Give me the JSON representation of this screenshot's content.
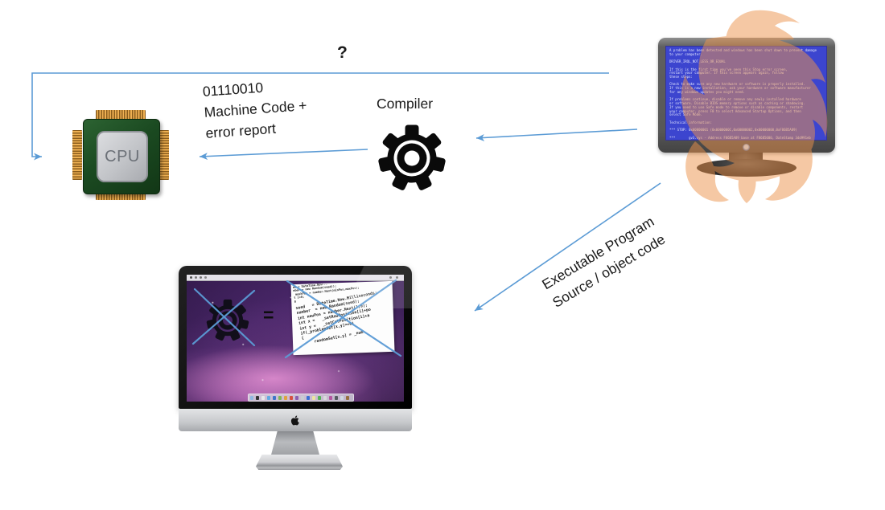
{
  "colors": {
    "arrow": "#5B9BD5",
    "flame": "#ED934B",
    "bsod_bg": "#3C45CF",
    "cpu_green": "#1B4A21",
    "pin_gold": "#E2A23F",
    "gear_black": "#0A0A0A"
  },
  "labels": {
    "question": "?",
    "machine_code_line1": "01110010",
    "machine_code_line2": "Machine Code +",
    "machine_code_line3": "error report",
    "compiler": "Compiler",
    "executable_line1": "Executable Program",
    "executable_line2": "Source / object code"
  },
  "cpu": {
    "label": "CPU"
  },
  "monitor": {
    "bsod_text": "A problem has been detected and windows has been shut down to prevent damage\nto your computer.\n\nDRIVER_IRQL_NOT_LESS_OR_EQUAL\n\nIf this is the first time you've seen this Stop error screen,\nrestart your computer. If this screen appears again, follow\nthese steps:\n\nCheck to make sure any new hardware or software is properly installed.\nIf this is a new installation, ask your hardware or software manufacturer\nfor any windows updates you might need.\n\nIf problems continue, disable or remove any newly installed hardware\nor software. Disable BIOS memory options such as caching or shadowing.\nIf you need to use Safe mode to remove or disable components, restart\nyour computer, press F8 to select Advanced Startup Options, and then\nselect Safe Mode.\n\nTechnical information:\n\n*** STOP: 0x00000001 (0x0000000C,0x00000002,0x00000000,0xF86B5A89)\n\n***       gv3.sys - Address F86B5A89 base at F86B5000, DateStamp 3dd991eb"
  },
  "imac": {
    "equals": "=",
    "code_text_top": "ed = DateTime.Now...\nmber = new Random(seed));\n maskPos = number.Next(minPos,maxPos);\nt i=0;\n0",
    "code_text_main": "seed   = DateTime.Now.Milliseconds;\nnumber  = new Random(seed);\nint newPos = number.Next(1,9);\nint x =   _setRowPosition[i]+po\nint y =   _setColPosition[i]+a\nif(_problemSet[x,y]==0)\n{\n     randomSet[x,y] = _num",
    "dock_colors": [
      "#8fb7e0",
      "#333333",
      "#e8e8ea",
      "#62aae2",
      "#3f74c9",
      "#7fb75a",
      "#e0a23e",
      "#d65041",
      "#8a5fb0",
      "#c9ccd1",
      "#3b6fd4",
      "#ece4a0",
      "#57b257",
      "#d9d9db",
      "#b4559f",
      "#555a60",
      "#cfd9e2",
      "#97713f"
    ]
  }
}
